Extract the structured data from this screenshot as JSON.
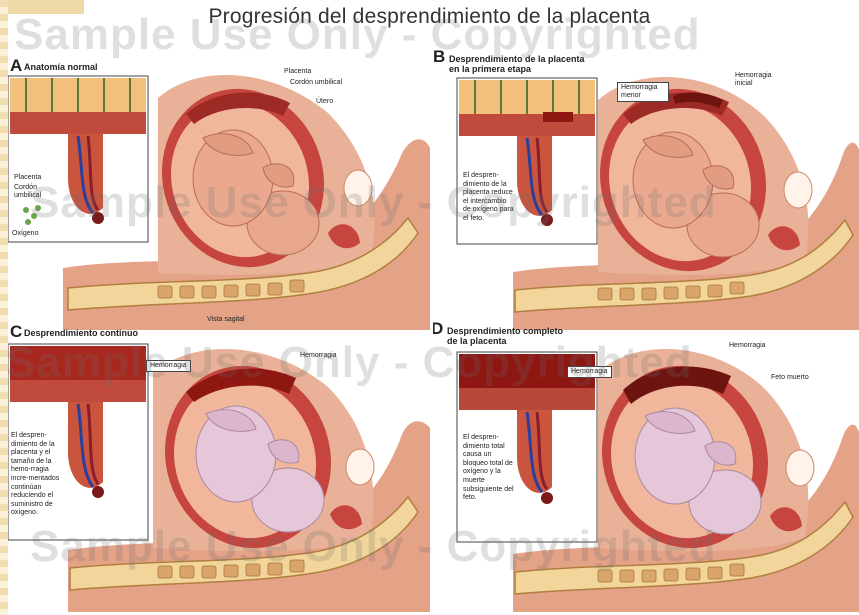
{
  "title": "Progresión del desprendimiento de la placenta",
  "watermark_texts": [
    "Sample Use Only - Copyrighted",
    "Sample Use Only - Copyrighted",
    "Sample Use Only - Copyrighted",
    "Sample Use Only - Copyrighted"
  ],
  "panels": {
    "a": {
      "letter": "A",
      "title": "Anatomía normal",
      "labels": {
        "placenta_top": "Placenta",
        "cord_top": "Cordón umbilical",
        "uterus": "Útero",
        "placenta_inset": "Placenta",
        "cord_inset": "Cordón umbilical",
        "oxygen": "Oxígeno"
      }
    },
    "b": {
      "letter": "B",
      "title_line1": "Desprendimiento de la placenta",
      "title_line2": "en la primera etapa",
      "labels": {
        "hemorrhage_minor": "Hemorragia menor",
        "hemorrhage_initial": "Hemorragia inicial"
      },
      "caption": "El despren-dimiento de la placenta reduce el intercambio de oxígeno para el feto."
    },
    "c": {
      "letter": "C",
      "title": "Desprendimiento continuo",
      "labels": {
        "hemorrhage_inset": "Hemorragia",
        "hemorrhage_main": "Hemorragia"
      },
      "caption": "El despren-dimiento de la placenta y el tamaño de la hemo-rragia incre-mentados continúan reduciendo el suministro de oxígeno."
    },
    "d": {
      "letter": "D",
      "title_line1": "Desprendimiento completo",
      "title_line2": "de la placenta",
      "labels": {
        "hemorrhage_inset": "Hemorragia",
        "hemorrhage_main": "Hemorragia",
        "dead_fetus": "Feto muerto"
      },
      "caption": "El despren-dimiento total causa un bloqueo total de oxígeno y la muerte subsiguiente del feto."
    }
  },
  "view_label": "Vista sagital",
  "colors": {
    "fetus_normal": "#e9a88e",
    "fetus_pale": "#e6c7da",
    "uterus_wall": "#c6463f",
    "skin": "#e8a98e",
    "hemorrhage": "#8e1712",
    "spine": "#f2d59a"
  }
}
